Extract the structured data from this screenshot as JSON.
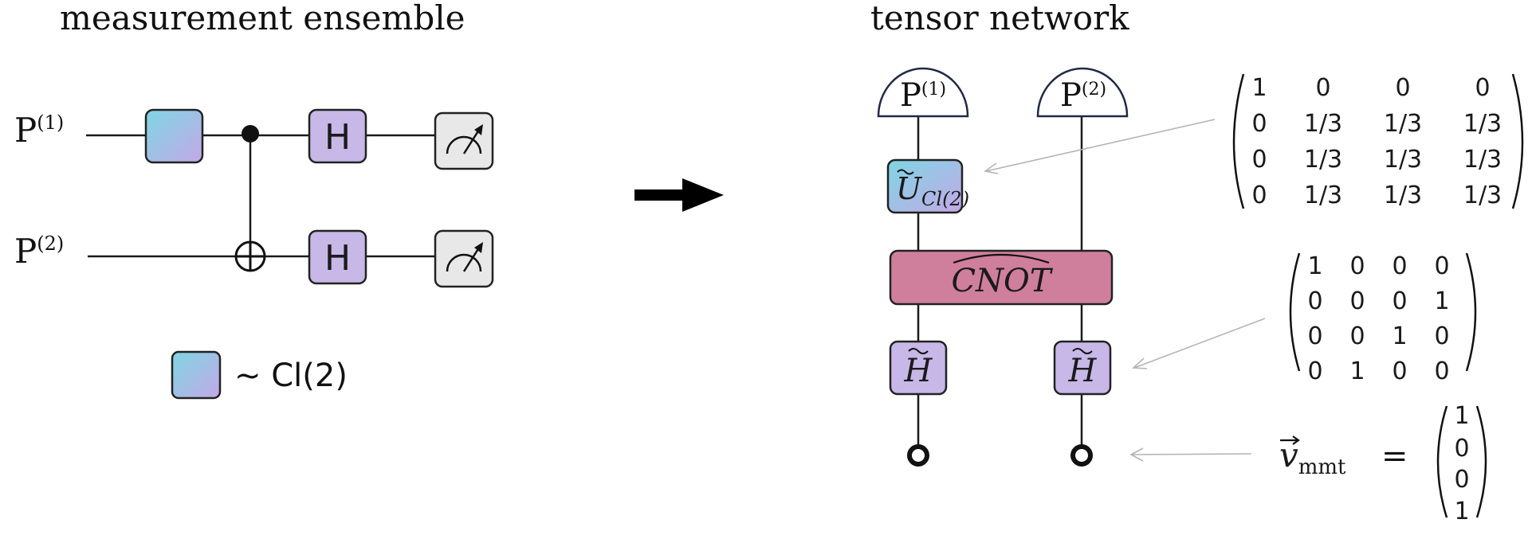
{
  "titles": {
    "left": "measurement ensemble",
    "right": "tensor network"
  },
  "circuit": {
    "qubit1_label_base": "P",
    "qubit1_label_sup": "(1)",
    "qubit2_label_base": "P",
    "qubit2_label_sup": "(2)",
    "hadamard_label": "H",
    "legend_text": "~ Cl(2)"
  },
  "network": {
    "proj1_base": "P",
    "proj1_sup": "(1)",
    "proj2_base": "P",
    "proj2_sup": "(2)",
    "u_label_base": "U",
    "u_label_sub": "Cl(2)",
    "cnot_label": "CNOT",
    "h_label": "H",
    "vec_label_base": "v",
    "vec_label_sub": "mmt",
    "equals": "="
  },
  "matrices": {
    "u_matrix": [
      [
        "1",
        "0",
        "0",
        "0"
      ],
      [
        "0",
        "1/3",
        "1/3",
        "1/3"
      ],
      [
        "0",
        "1/3",
        "1/3",
        "1/3"
      ],
      [
        "0",
        "1/3",
        "1/3",
        "1/3"
      ]
    ],
    "cnot_matrix": [
      [
        "1",
        "0",
        "0",
        "0"
      ],
      [
        "0",
        "0",
        "0",
        "1"
      ],
      [
        "0",
        "0",
        "1",
        "0"
      ],
      [
        "0",
        "1",
        "0",
        "0"
      ]
    ],
    "vector": [
      "1",
      "0",
      "0",
      "1"
    ]
  },
  "colors": {
    "hadamard_fill": "#c7b8e8",
    "cnot_fill": "#cf7f9c",
    "meter_fill": "#e8e8e8",
    "clifford_gradient_start": "#7fd6e4",
    "clifford_gradient_end": "#c3a8e6"
  }
}
